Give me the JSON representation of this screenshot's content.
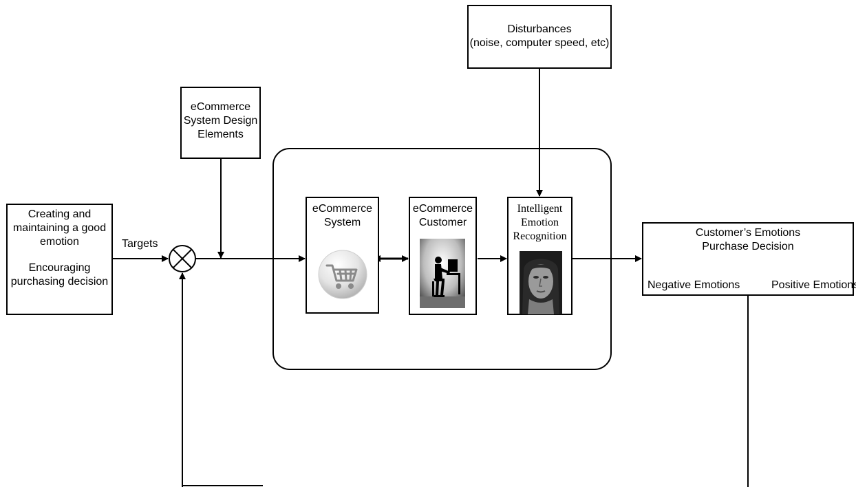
{
  "goal": {
    "line1": "Creating and",
    "line2": "maintaining a good",
    "line3": "emotion",
    "line4": "Encouraging",
    "line5": "purchasing decision"
  },
  "targets_label": "Targets",
  "design": {
    "line1": "eCommerce",
    "line2": "System Design",
    "line3": "Elements"
  },
  "disturbances": {
    "line1": "Disturbances",
    "line2": "(noise, computer speed, etc)"
  },
  "system": {
    "line1": "eCommerce",
    "line2": "System",
    "icon": "shopping-cart-icon"
  },
  "customer": {
    "line1": "eCommerce",
    "line2": "Customer",
    "icon": "person-at-computer-icon"
  },
  "recognition": {
    "line1": "Intelligent",
    "line2": "Emotion",
    "line3": "Recognition",
    "icon": "face-photo-icon"
  },
  "outcome": {
    "line1": "Customer’s Emotions",
    "line2": "Purchase Decision",
    "from": "Negative Emotions",
    "to": "Positive Emotions"
  }
}
